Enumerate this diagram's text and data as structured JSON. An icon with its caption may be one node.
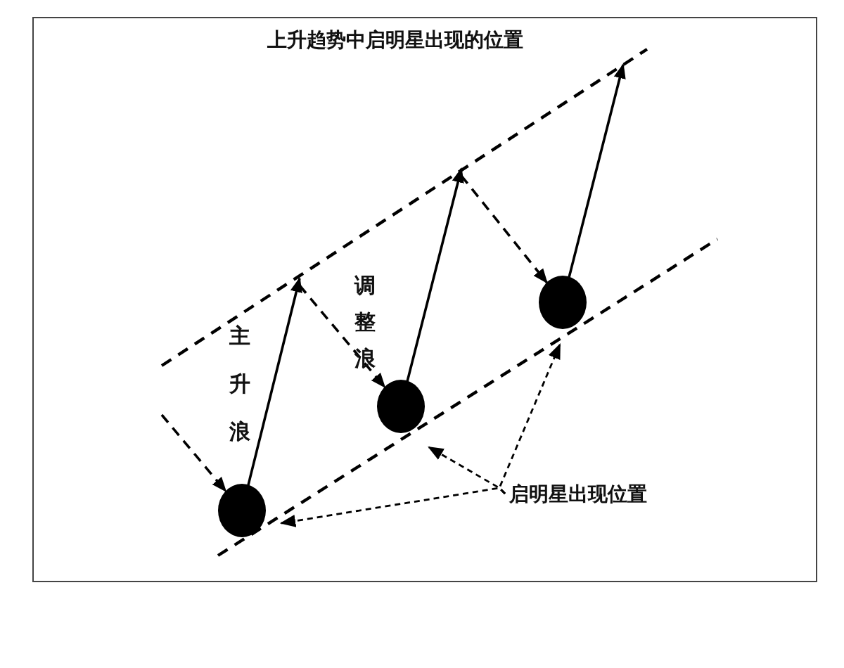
{
  "diagram": {
    "title": "上升趋势中启明星出现的位置",
    "nodes": [
      {
        "text": [],
        "shape": "circle"
      },
      {
        "text": [],
        "shape": "circle"
      },
      {
        "text": [],
        "shape": "circle"
      },
      {
        "text": [
          "启明星出现位置"
        ]
      }
    ],
    "edges": [
      {
        "from": null,
        "to": 0,
        "arrow": "to",
        "style": "dashed"
      },
      {
        "from": 0,
        "to": null,
        "arrow": "to"
      },
      {
        "from": null,
        "to": 1,
        "arrow": "to",
        "style": "dashed"
      },
      {
        "from": 1,
        "to": null,
        "arrow": "to"
      },
      {
        "from": null,
        "to": 2,
        "arrow": "to",
        "style": "dashed"
      },
      {
        "from": 2,
        "to": null,
        "arrow": "to"
      },
      {
        "from": 3,
        "to": 0,
        "arrow": "to",
        "style": "dashed"
      },
      {
        "from": 3,
        "to": 1,
        "arrow": "to",
        "style": "dashed"
      },
      {
        "from": 3,
        "to": 2,
        "arrow": "to",
        "style": "dashed"
      }
    ],
    "labels": [
      "主升浪",
      "调整浪"
    ]
  }
}
